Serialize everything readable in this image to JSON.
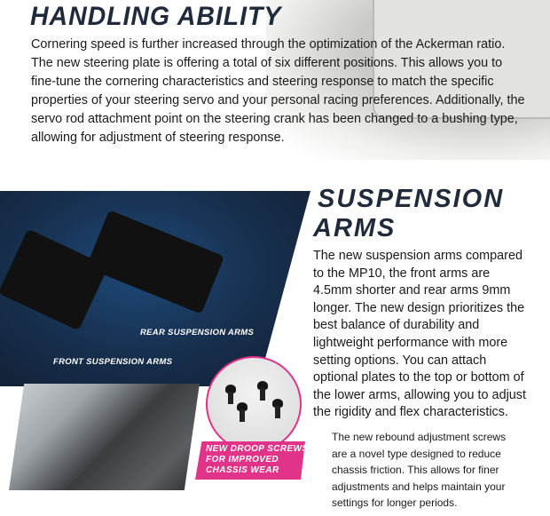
{
  "handling": {
    "title": "HANDLING ABILITY",
    "body": "Cornering speed is further increased through the optimization of the Ackerman ratio. The new steering plate is offering a total of six different positions. This allows you to fine-tune the cornering characteristics and steering response to match the specific properties of your steering servo and your personal racing preferences. Additionally, the servo rod attachment point on the steering crank has been changed to a bushing type, allowing for adjustment of steering response."
  },
  "suspension": {
    "title_line1": "SUSPENSION",
    "title_line2": "ARMS",
    "body": "The new suspension arms compared to the MP10, the front arms are 4.5mm shorter and rear arms 9mm longer. The new design prioritizes the best balance of durability and lightweight performance with more setting options. You can attach optional plates to the top or bottom of the lower arms, allowing you to adjust the rigidity and flex characteristics.",
    "screws_body": "The new rebound adjustment screws are a novel type designed to reduce chassis friction. This allows for finer adjustments and helps maintain your settings for longer periods."
  },
  "image": {
    "rear_label": "REAR SUSPENSION ARMS",
    "front_label": "FRONT SUSPENSION ARMS",
    "callout_line1": "NEW DROOP SCREWS",
    "callout_line2": "FOR IMPROVED",
    "callout_line3": "CHASSIS WEAR",
    "accent_color": "#e2338b"
  }
}
